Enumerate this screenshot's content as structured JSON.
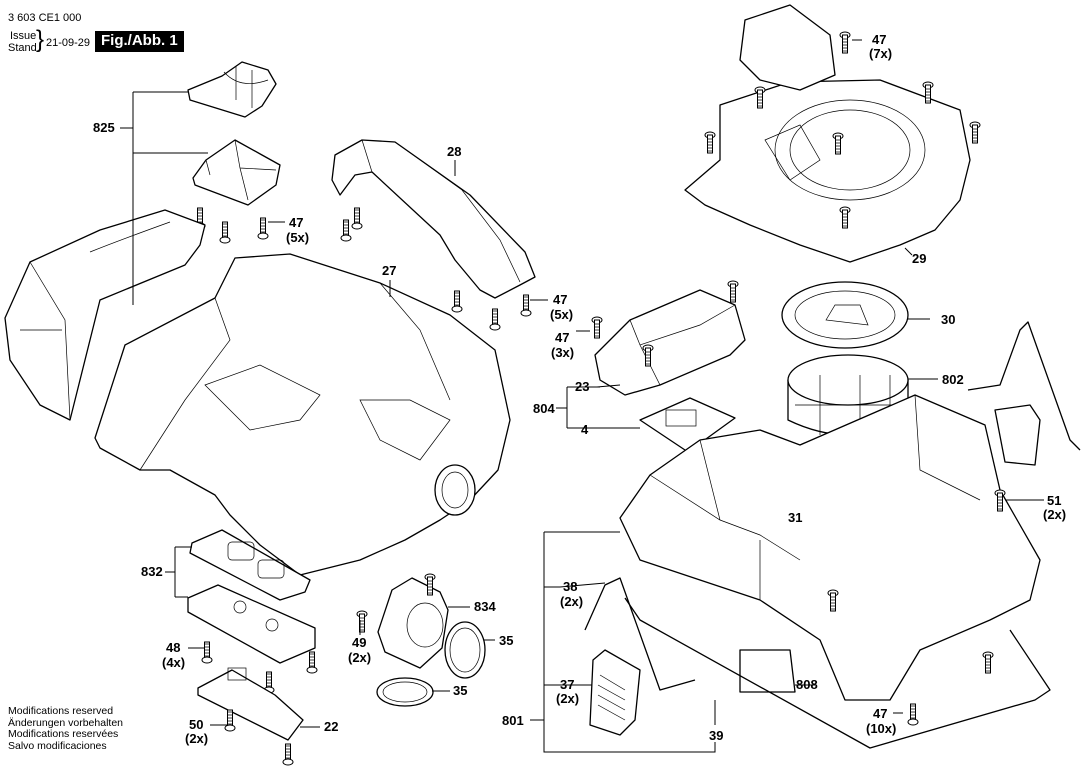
{
  "header": {
    "part_number": "3 603 CE1 000",
    "issue_label": "Issue",
    "stand_label": "Stand",
    "date": "21-09-29",
    "figure_label": "Fig./Abb. 1"
  },
  "footer": {
    "modifications": [
      "Modifications reserved",
      "Änderungen vorbehalten",
      "Modifications reservées",
      "Salvo modificaciones"
    ]
  },
  "callouts": [
    {
      "id": "c825",
      "number": "825",
      "qty": ""
    },
    {
      "id": "c47a",
      "number": "47",
      "qty": "(5x)"
    },
    {
      "id": "c28",
      "number": "28",
      "qty": ""
    },
    {
      "id": "c27",
      "number": "27",
      "qty": ""
    },
    {
      "id": "c47b",
      "number": "47",
      "qty": "(5x)"
    },
    {
      "id": "c47c",
      "number": "47",
      "qty": "(3x)"
    },
    {
      "id": "c23",
      "number": "23",
      "qty": ""
    },
    {
      "id": "c804",
      "number": "804",
      "qty": ""
    },
    {
      "id": "c4",
      "number": "4",
      "qty": ""
    },
    {
      "id": "c47d",
      "number": "47",
      "qty": "(7x)"
    },
    {
      "id": "c29",
      "number": "29",
      "qty": ""
    },
    {
      "id": "c30",
      "number": "30",
      "qty": ""
    },
    {
      "id": "c802",
      "number": "802",
      "qty": ""
    },
    {
      "id": "c31",
      "number": "31",
      "qty": ""
    },
    {
      "id": "c51",
      "number": "51",
      "qty": "(2x)"
    },
    {
      "id": "c832",
      "number": "832",
      "qty": ""
    },
    {
      "id": "c48",
      "number": "48",
      "qty": "(4x)"
    },
    {
      "id": "c50",
      "number": "50",
      "qty": "(2x)"
    },
    {
      "id": "c22",
      "number": "22",
      "qty": ""
    },
    {
      "id": "c834",
      "number": "834",
      "qty": ""
    },
    {
      "id": "c49",
      "number": "49",
      "qty": "(2x)"
    },
    {
      "id": "c35a",
      "number": "35",
      "qty": ""
    },
    {
      "id": "c35b",
      "number": "35",
      "qty": ""
    },
    {
      "id": "c38",
      "number": "38",
      "qty": "(2x)"
    },
    {
      "id": "c37",
      "number": "37",
      "qty": "(2x)"
    },
    {
      "id": "c801",
      "number": "801",
      "qty": ""
    },
    {
      "id": "c39",
      "number": "39",
      "qty": ""
    },
    {
      "id": "c808",
      "number": "808",
      "qty": ""
    },
    {
      "id": "c47e",
      "number": "47",
      "qty": "(10x)"
    }
  ]
}
